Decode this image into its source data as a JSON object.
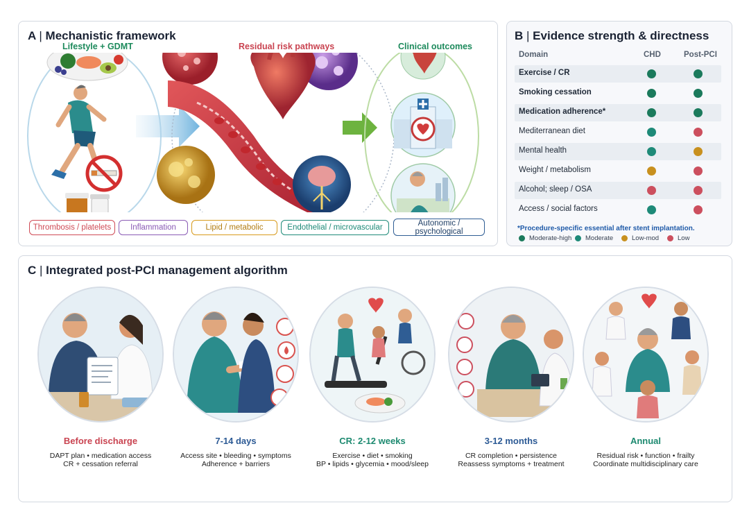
{
  "panelA": {
    "letter": "A",
    "sep": "|",
    "title": "Mechanistic framework",
    "col_lifestyle": "Lifestyle + GDMT",
    "col_residual": "Residual risk pathways",
    "col_outcomes": "Clinical outcomes",
    "tags": [
      {
        "label": "Thrombosis / platelets",
        "color": "#cf4a55"
      },
      {
        "label": "Inflammation",
        "color": "#8a5bb5"
      },
      {
        "label": "Lipid / metabolic",
        "color": "#d79a1c"
      },
      {
        "label": "Endothelial / microvascular",
        "color": "#1d8a78"
      },
      {
        "label": "Autonomic / psychological",
        "color": "#2f5d94"
      }
    ]
  },
  "panelB": {
    "letter": "B",
    "sep": "|",
    "title": "Evidence strength & directness",
    "headers": {
      "domain": "Domain",
      "chd": "CHD",
      "postpci": "Post-PCI"
    },
    "rows": [
      {
        "label": "Exercise / CR",
        "bold": true,
        "chd": "moderate-high",
        "postpci": "moderate-high"
      },
      {
        "label": "Smoking cessation",
        "bold": true,
        "chd": "moderate-high",
        "postpci": "moderate-high"
      },
      {
        "label": "Medication adherence*",
        "bold": true,
        "chd": "moderate-high",
        "postpci": "moderate-high"
      },
      {
        "label": "Mediterranean diet",
        "bold": false,
        "chd": "moderate",
        "postpci": "low"
      },
      {
        "label": "Mental health",
        "bold": false,
        "chd": "moderate",
        "postpci": "low-mod"
      },
      {
        "label": "Weight / metabolism",
        "bold": false,
        "chd": "low-mod",
        "postpci": "low"
      },
      {
        "label": "Alcohol; sleep / OSA",
        "bold": false,
        "chd": "low",
        "postpci": "low"
      },
      {
        "label": "Access / social factors",
        "bold": false,
        "chd": "moderate",
        "postpci": "low"
      }
    ],
    "note": "*Procedure-specific essential after stent implantation.",
    "legend": [
      {
        "key": "moderate-high",
        "label": "Moderate-high",
        "color": "#1b7a5c"
      },
      {
        "key": "moderate",
        "label": "Moderate",
        "color": "#1e8a78"
      },
      {
        "key": "low-mod",
        "label": "Low-mod",
        "color": "#c8901e"
      },
      {
        "key": "low",
        "label": "Low",
        "color": "#cc4f5e"
      }
    ]
  },
  "panelC": {
    "letter": "C",
    "sep": "|",
    "title": "Integrated post-PCI management algorithm",
    "steps": [
      {
        "title": "Before discharge",
        "color": "#c94350",
        "lines": [
          "DAPT plan • medication access",
          "CR + cessation referral"
        ]
      },
      {
        "title": "7-14 days",
        "color": "#2c5a95",
        "lines": [
          "Access site • bleeding • symptoms",
          "Adherence + barriers"
        ]
      },
      {
        "title": "CR: 2-12 weeks",
        "color": "#1d8a70",
        "lines": [
          "Exercise • diet • smoking",
          "BP • lipids • glycemia • mood/sleep"
        ]
      },
      {
        "title": "3-12 months",
        "color": "#2c5a95",
        "lines": [
          "CR completion • persistence",
          "Reassess symptoms + treatment"
        ]
      },
      {
        "title": "Annual",
        "color": "#1d8a70",
        "lines": [
          "Residual risk • function • frailty",
          "Coordinate multidisciplinary care"
        ]
      }
    ]
  },
  "colors": {
    "lifestyle": "#1d8a5c",
    "residual": "#c94350",
    "outcomes": "#1d8a5c"
  }
}
